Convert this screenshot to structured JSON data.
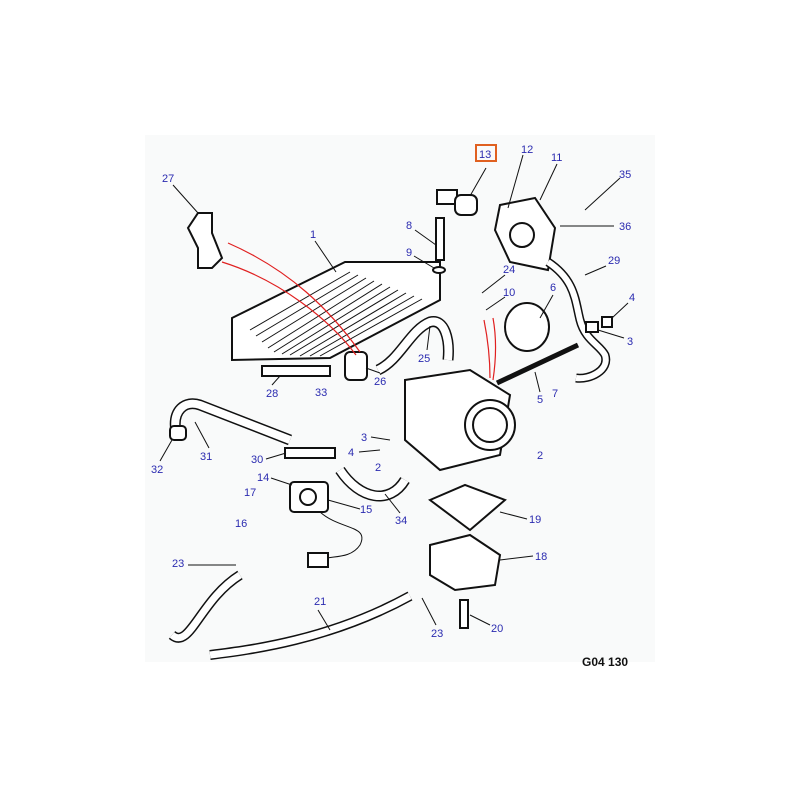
{
  "diagram": {
    "reference_code": "G04 130",
    "highlighted_part": "13",
    "highlight_color": "#e06020",
    "label_color": "#2b2bb0",
    "callout_line_color": "#e02020",
    "labels": [
      "27",
      "13",
      "12",
      "11",
      "35",
      "36",
      "1",
      "8",
      "9",
      "24",
      "10",
      "6",
      "29",
      "4",
      "3",
      "25",
      "26",
      "28",
      "33",
      "5",
      "7",
      "31",
      "32",
      "3",
      "4",
      "2",
      "2",
      "30",
      "14",
      "17",
      "16",
      "15",
      "34",
      "19",
      "18",
      "23",
      "21",
      "23",
      "20"
    ]
  }
}
